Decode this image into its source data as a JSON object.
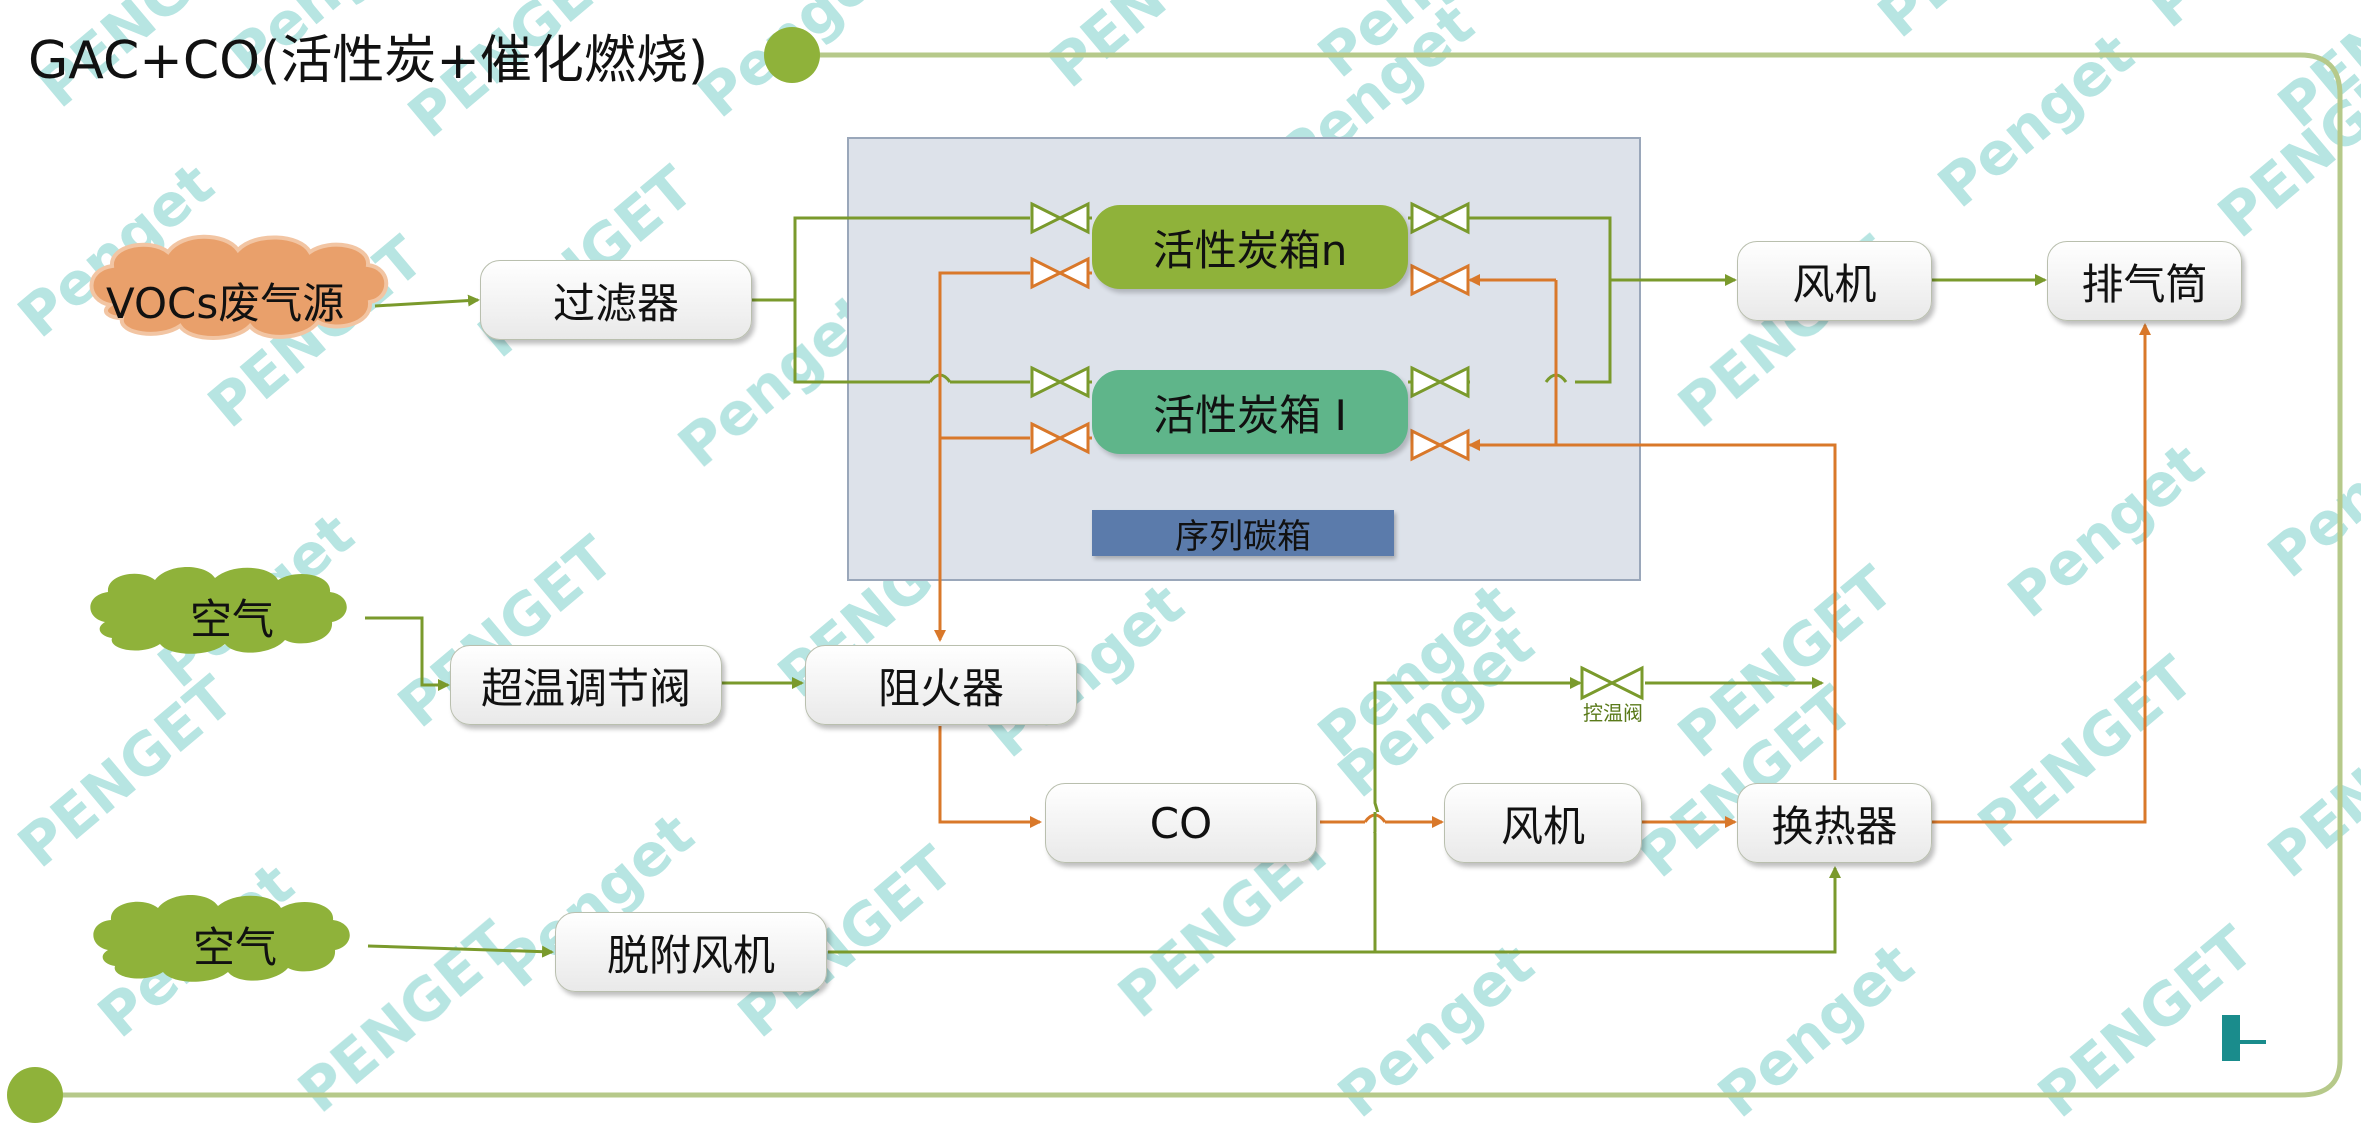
{
  "title": "GAC+CO(活性炭+催化燃烧)",
  "colors": {
    "frame": "#b6c98a",
    "green_line": "#7a9a2c",
    "orange_line": "#d9782a",
    "carbon_n": "#8fb23a",
    "carbon_1": "#5fb58a",
    "seq_panel": "#dde2ea",
    "watermark": "#9fdcd8"
  },
  "clouds": {
    "vocs": "VOCs废气源",
    "air_1": "空气",
    "air_2": "空气"
  },
  "boxes": {
    "filter": "过滤器",
    "carbon_n": "活性炭箱n",
    "carbon_1": "活性炭箱 I",
    "fan_top": "风机",
    "stack": "排气筒",
    "seq_label": "序列碳箱",
    "overtemp_valve": "超温调节阀",
    "flame_arrester": "阻火器",
    "co": "CO",
    "fan_mid": "风机",
    "heat_exchanger": "换热器",
    "desorb_fan": "脱附风机"
  },
  "valve_label": "控温阀",
  "watermark_texts": [
    "Penget",
    "PENGET"
  ]
}
